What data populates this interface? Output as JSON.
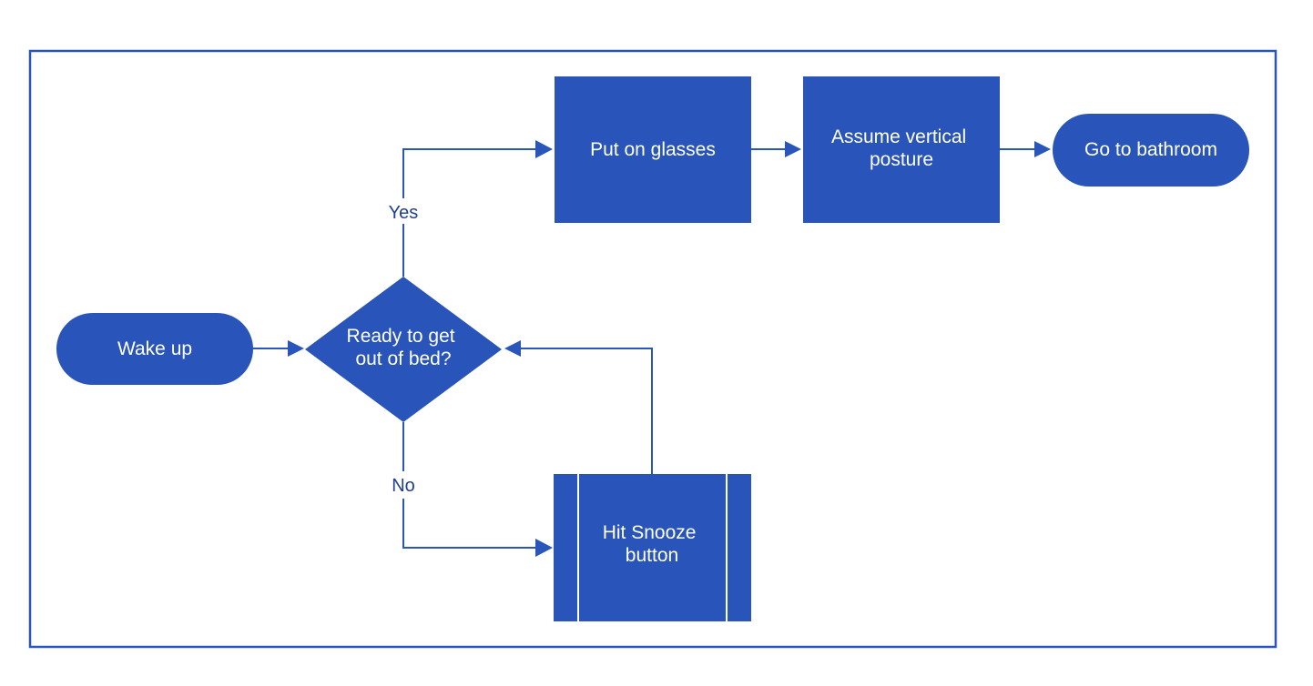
{
  "diagram": {
    "type": "flowchart",
    "colors": {
      "node_fill": "#2955bb",
      "edge": "#2a55bb",
      "label_text": "#1f3f8f",
      "node_text": "#ffffff"
    },
    "nodes": {
      "wake_up": {
        "shape": "terminator",
        "lines": [
          "Wake up"
        ]
      },
      "decision": {
        "shape": "decision",
        "lines": [
          "Ready to get",
          "out of bed?"
        ]
      },
      "put_on_glasses": {
        "shape": "process",
        "lines": [
          "Put on glasses"
        ]
      },
      "assume_posture": {
        "shape": "process",
        "lines": [
          "Assume vertical",
          "posture"
        ]
      },
      "go_to_bathroom": {
        "shape": "terminator",
        "lines": [
          "Go to bathroom"
        ]
      },
      "hit_snooze": {
        "shape": "predefined-process",
        "lines": [
          "Hit Snooze",
          "button"
        ]
      }
    },
    "edges": [
      {
        "from": "wake_up",
        "to": "decision",
        "label": ""
      },
      {
        "from": "decision",
        "to": "put_on_glasses",
        "label": "Yes"
      },
      {
        "from": "put_on_glasses",
        "to": "assume_posture",
        "label": ""
      },
      {
        "from": "assume_posture",
        "to": "go_to_bathroom",
        "label": ""
      },
      {
        "from": "decision",
        "to": "hit_snooze",
        "label": "No"
      },
      {
        "from": "hit_snooze",
        "to": "decision",
        "label": ""
      }
    ],
    "labels": {
      "yes": "Yes",
      "no": "No"
    }
  }
}
